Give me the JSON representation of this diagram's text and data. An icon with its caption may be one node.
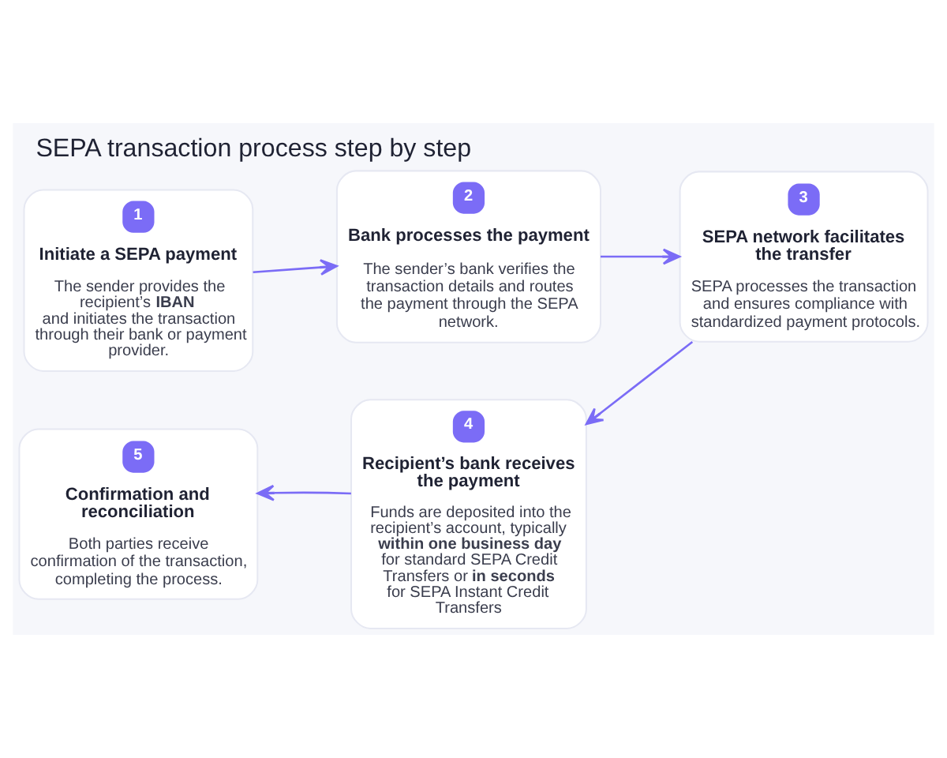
{
  "diagram": {
    "title": "SEPA transaction process step by step",
    "nodes": [
      {
        "text": [
          "1",
          "Initiate a SEPA payment",
          "The sender provides the recipient’s **IBAN** and initiates the transaction through their bank or payment provider."
        ]
      },
      {
        "text": [
          "2",
          "Bank processes the payment",
          "The sender’s bank verifies the transaction details and routes the payment through the SEPA network."
        ]
      },
      {
        "text": [
          "3",
          "SEPA network facilitates the transfer",
          "SEPA processes the transaction and ensures compliance with standardized payment protocols."
        ]
      },
      {
        "text": [
          "4",
          "Recipient’s bank receives the payment",
          "Funds are deposited into the recipient’s account, typically **within one business day** for standard SEPA Credit Transfers or **in seconds** for SEPA Instant Credit Transfers"
        ]
      },
      {
        "text": [
          "5",
          "Confirmation and reconciliation",
          "Both parties receive confirmation of the transaction, completing the process."
        ]
      }
    ],
    "edges": [
      {
        "from": 0,
        "to": 1,
        "arrow": "to"
      },
      {
        "from": 1,
        "to": 2,
        "arrow": "to"
      },
      {
        "from": 2,
        "to": 3,
        "arrow": "to"
      },
      {
        "from": 3,
        "to": 4,
        "arrow": "to"
      }
    ]
  }
}
